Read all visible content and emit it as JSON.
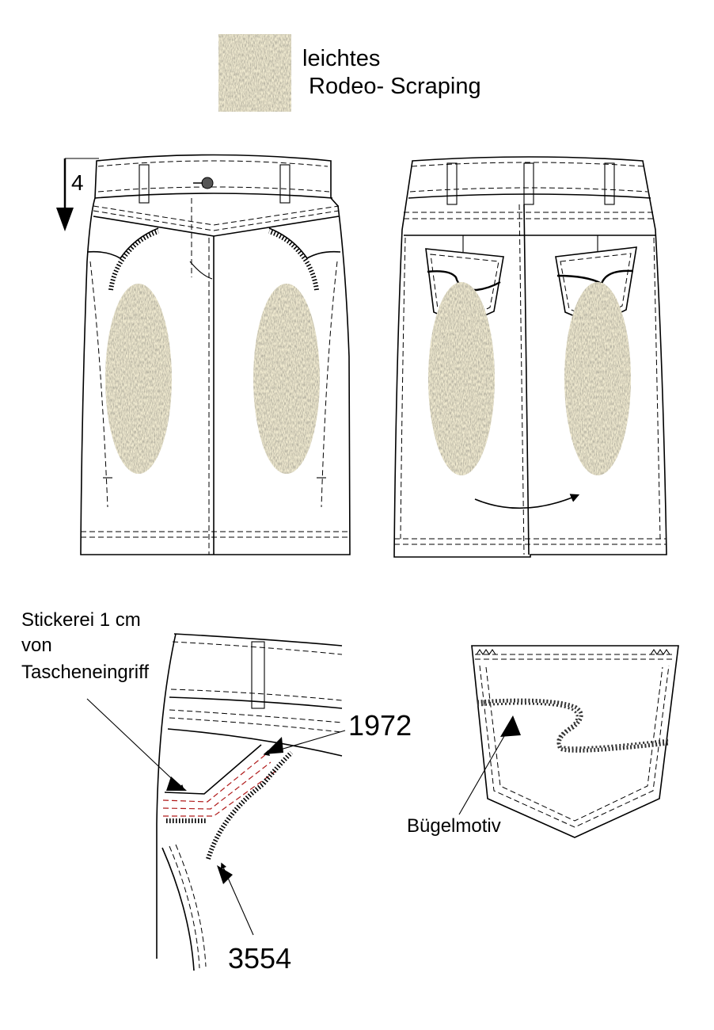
{
  "legend": {
    "line1": "leichtes",
    "line2": "Rodeo- Scraping"
  },
  "front_view": {
    "measure_value": "4"
  },
  "detail_callouts": {
    "embroidery_note": [
      "Stickerei 1 cm",
      "von",
      "Tascheneingriff"
    ],
    "thread_code_1": "1972",
    "thread_code_2": "3554",
    "pocket_label": "Bügelmotiv"
  },
  "colors": {
    "outline": "#000000",
    "scraping_light": "#efe9cf",
    "scraping_dark": "#7a735c",
    "highlight_stitch": "#b01a1a"
  }
}
